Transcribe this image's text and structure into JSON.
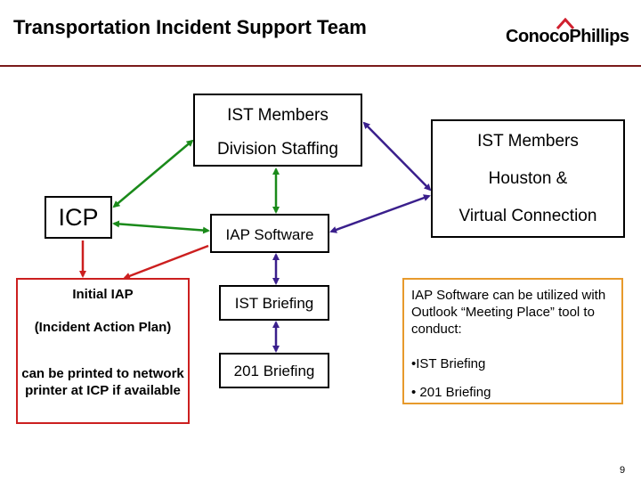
{
  "header": {
    "title": "Transportation Incident Support Team",
    "logo_text": "ConocoPhillips"
  },
  "boxes": {
    "ist_members_top": {
      "line1": "IST Members",
      "line2": "Division Staffing"
    },
    "ist_members_right": {
      "line1": "IST Members",
      "line2": "Houston &",
      "line3": "Virtual Connection"
    },
    "icp": "ICP",
    "iap_software": "IAP Software",
    "ist_briefing": "IST Briefing",
    "briefing_201": "201 Briefing",
    "initial_iap": {
      "title": "Initial IAP",
      "line2": "(Incident Action Plan)",
      "line3": "can be printed to network printer at ICP if available"
    },
    "note": {
      "text": "IAP Software can be utilized with Outlook “Meeting Place” tool to conduct:",
      "bullet1": "•IST Briefing",
      "bullet2": "• 201 Briefing"
    }
  },
  "page_number": "9",
  "colors": {
    "header_rule": "#7a1a1a",
    "logo_red": "#d0202e",
    "arrow_green": "#1a8a1a",
    "arrow_purple": "#3a1f8c",
    "arrow_red": "#cc1f1f",
    "initial_iap_border": "#cc1f1f",
    "note_border": "#e79a2c"
  }
}
